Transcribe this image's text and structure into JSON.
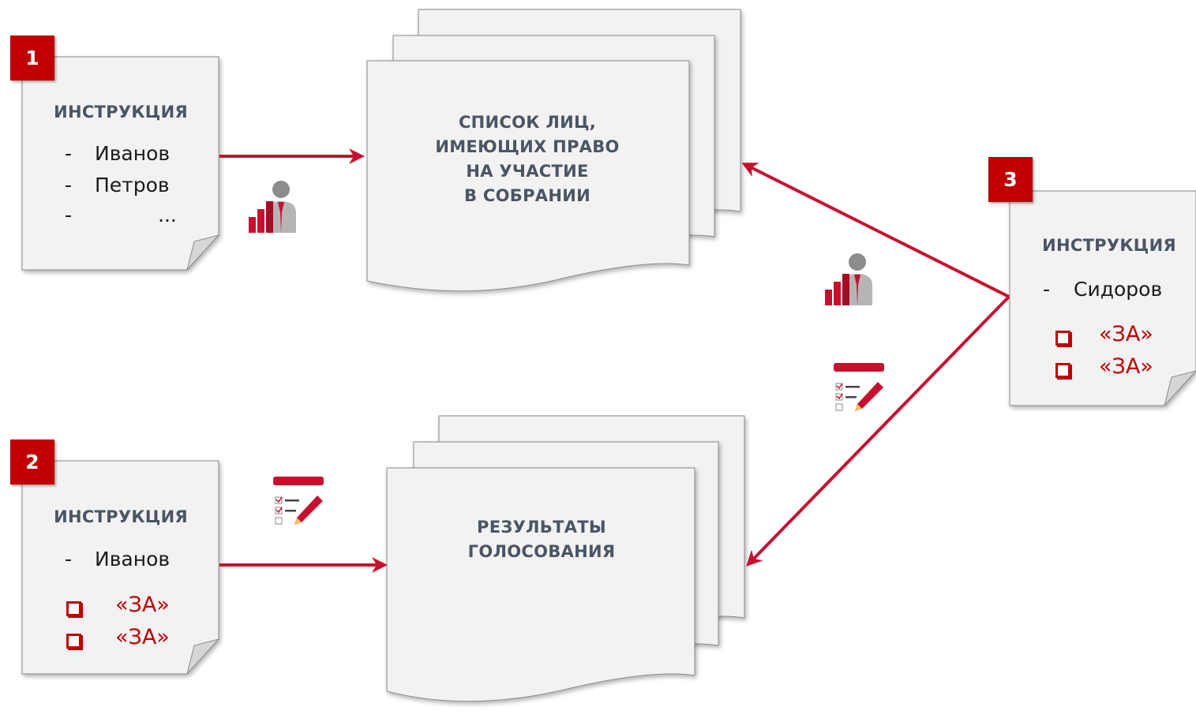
{
  "badges": [
    "1",
    "2",
    "3"
  ],
  "doc1": {
    "title": "ИНСТРУКЦИЯ",
    "items": [
      "Иванов",
      "Петров",
      "..."
    ],
    "dash": "-"
  },
  "doc2": {
    "title": "ИНСТРУКЦИЯ",
    "items": [
      "Иванов"
    ],
    "dash": "-",
    "votes": [
      "«ЗА»",
      "«ЗА»"
    ]
  },
  "doc3": {
    "title": "ИНСТРУКЦИЯ",
    "items": [
      "Сидоров"
    ],
    "dash": "-",
    "votes": [
      "«ЗА»",
      "«ЗА»"
    ]
  },
  "list_stack": {
    "lines": [
      "СПИСОК ЛИЦ,",
      "ИМЕЮЩИХ ПРАВО",
      "НА УЧАСТИЕ",
      "В СОБРАНИИ"
    ]
  },
  "results_stack": {
    "lines": [
      "РЕЗУЛЬТАТЫ",
      "ГОЛОСОВАНИЯ"
    ]
  },
  "icons": [
    "registry-person-icon",
    "ballot-pencil-icon"
  ],
  "colors": {
    "accent": "#c00000",
    "paper": "#f2f2f2",
    "title": "#4a5564"
  }
}
